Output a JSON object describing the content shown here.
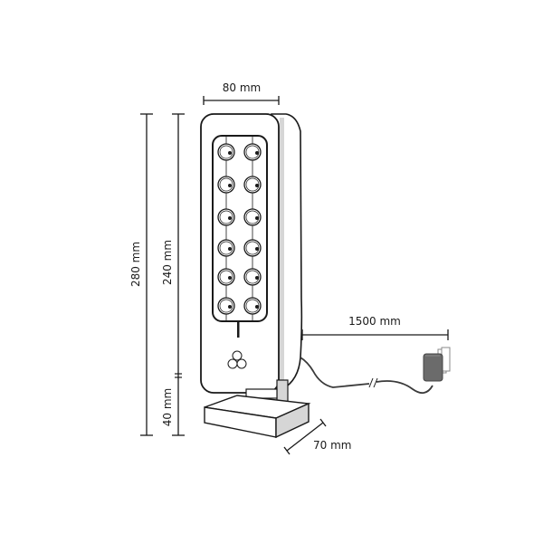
{
  "diagram": {
    "subject": "tower fan dimension drawing",
    "dimensions": {
      "width": "80 mm",
      "total_height": "280 mm",
      "body_height": "240 mm",
      "base_height": "40 mm",
      "depth": "70 mm",
      "cable_length": "1500 mm"
    },
    "control_panel": {
      "columns": 2,
      "rows": 6,
      "knob_count": 12
    },
    "icons": [
      "fan-logo-icon",
      "power-adapter-icon"
    ],
    "colors": {
      "line": "#1a1a1a",
      "side_shade": "#d6d6d6",
      "adapter": "#6b6b6b",
      "background": "#ffffff"
    }
  }
}
